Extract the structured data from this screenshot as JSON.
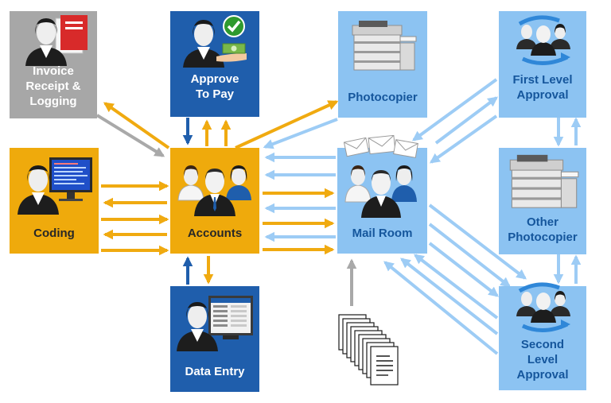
{
  "colors": {
    "grey_box": "#a7a7a7",
    "dark_blue_box": "#1f5eac",
    "amber_box": "#efaa0c",
    "light_blue_box": "#8cc3f2",
    "amber_arrow": "#f0aa10",
    "light_blue_arrow": "#9dccf5",
    "dark_blue_arrow": "#1f5eac",
    "grey_arrow": "#a9a9a9"
  },
  "nodes": {
    "invoice": {
      "label": "Invoice\nReceipt &\nLogging",
      "icon": "person-with-documents-icon"
    },
    "approve": {
      "label": "Approve\nTo Pay",
      "icon": "person-with-checkmark-money-icon"
    },
    "photocopier": {
      "label": "Photocopier",
      "icon": "photocopier-icon"
    },
    "first_level": {
      "label": "First Level\nApproval",
      "icon": "team-cycle-icon"
    },
    "coding": {
      "label": "Coding",
      "icon": "person-at-computer-icon"
    },
    "accounts": {
      "label": "Accounts",
      "icon": "group-of-people-icon"
    },
    "mail_room": {
      "label": "Mail Room",
      "icon": "people-with-envelopes-icon"
    },
    "other_photocopier": {
      "label": "Other\nPhotocopier",
      "icon": "photocopier-icon"
    },
    "data_entry": {
      "label": "Data Entry",
      "icon": "person-at-screen-icon"
    },
    "second_level": {
      "label": "Second\nLevel\nApproval",
      "icon": "team-cycle-icon"
    },
    "documents": {
      "icon": "document-stack-icon"
    }
  }
}
